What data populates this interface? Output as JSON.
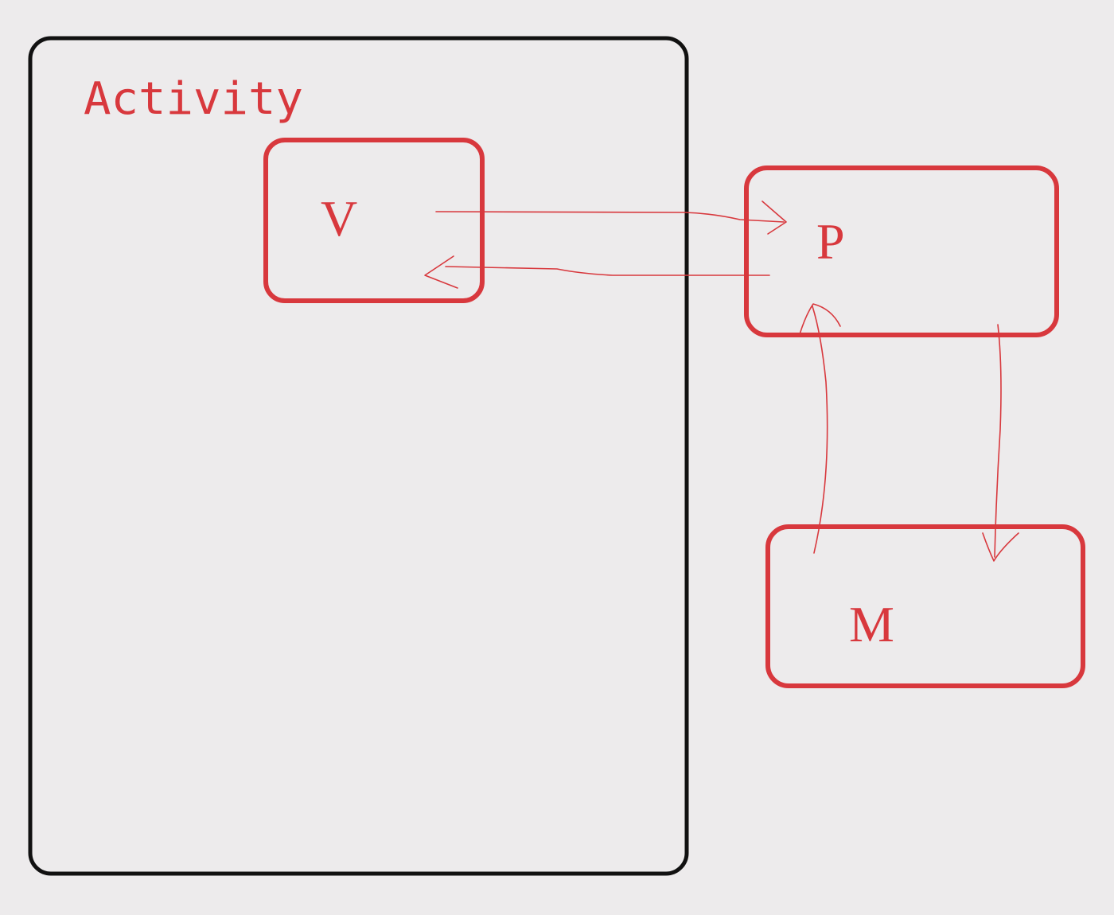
{
  "diagram": {
    "container": {
      "label": "Activity",
      "stroke_color": "#111111"
    },
    "boxes": {
      "view": {
        "label": "V"
      },
      "presenter": {
        "label": "P"
      },
      "model": {
        "label": "M"
      }
    },
    "colors": {
      "box_red": "#d8383d",
      "arrow_red": "#d8383d",
      "label_red": "#d8383d",
      "background": "#edebec"
    },
    "connections": [
      {
        "from": "view",
        "to": "presenter"
      },
      {
        "from": "presenter",
        "to": "view"
      },
      {
        "from": "presenter",
        "to": "model"
      },
      {
        "from": "model",
        "to": "presenter"
      }
    ]
  }
}
